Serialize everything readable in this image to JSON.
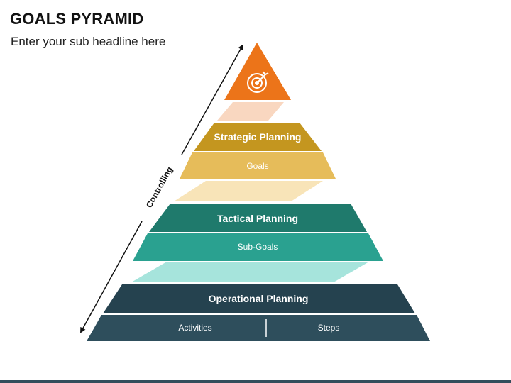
{
  "title": "GOALS PYRAMID",
  "subtitle": "Enter your sub headline here",
  "side_label": "Controlling",
  "top_icon": "target-arrow-icon",
  "tiers": {
    "strategic": {
      "header": "Strategic Planning",
      "body": "Goals"
    },
    "tactical": {
      "header": "Tactical Planning",
      "body": "Sub-Goals"
    },
    "operational": {
      "header": "Operational Planning",
      "body_left": "Activities",
      "body_right": "Steps"
    }
  },
  "colors": {
    "orange": "#ec7419",
    "strategic_dark": "#c4961f",
    "strategic_light": "#e6bc5a",
    "strategic_connector": "#f9d7c0",
    "tactical_dark": "#1f7a6c",
    "tactical_light": "#2aa190",
    "tactical_connector": "#f8e4b8",
    "operational_dark": "#25424f",
    "operational_light": "#2e4e5c",
    "operational_connector": "#a6e4dc"
  }
}
